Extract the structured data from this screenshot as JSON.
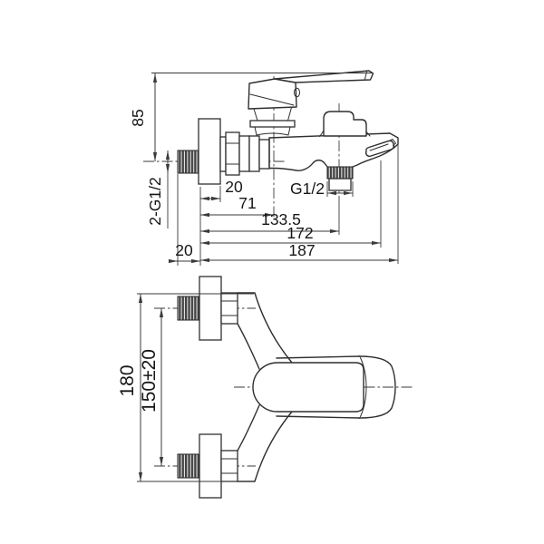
{
  "title": "bath-shower-mixer-technical-drawing",
  "colors": {
    "background": "#ffffff",
    "line": "#2f2f2f",
    "dimension_line": "#3a3a3a",
    "text": "#161616",
    "thread_fill": "#424242"
  },
  "views": {
    "side": {
      "label": "side-view-wall-mounted-mixer",
      "dims": {
        "height_to_handle": "85",
        "inlet_threads": "2-G1/2",
        "escutcheon_depth": "20",
        "wall_to_cartridge": "71",
        "wall_to_shower_outlet": "133.5",
        "wall_to_aerator": "172",
        "total_projection": "187",
        "thread_length": "20",
        "shower_outlet_thread": "G1/2"
      }
    },
    "front": {
      "label": "front-view-rotated",
      "dims": {
        "overall_height": "180",
        "inlet_spacing": "150±20"
      }
    }
  }
}
